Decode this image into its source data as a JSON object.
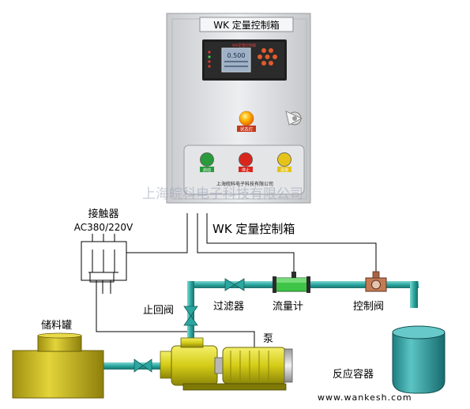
{
  "panel": {
    "title": "WK 定量控制箱",
    "controller_header": "WK定量控制箱",
    "display_value": "0.500",
    "indicator_label": "状态灯",
    "buttons": [
      {
        "label": "启动",
        "color": "#2a9a3c"
      },
      {
        "label": "停止",
        "color": "#d8261c"
      },
      {
        "label": "清零",
        "color": "#e5c318"
      }
    ],
    "manufacturer": "上海皖科电子科技有限公司"
  },
  "watermark": "上海皖科电子科技有限公司",
  "labels": {
    "contactor": "接触器",
    "voltage": "AC380/220V",
    "control_box": "WK 定量控制箱",
    "check_valve": "止回阀",
    "filter": "过滤器",
    "flow_meter": "流量计",
    "control_valve": "控制阀",
    "storage_tank": "储料罐",
    "pump": "泵",
    "reactor": "反应容器"
  },
  "website": "www.wankesh.com",
  "colors": {
    "panel": "#e2e4e6",
    "pipe": "#2aa7a0",
    "pump": "#dcd61a",
    "tank": "#c8b81a",
    "reactor": "#2a9da0"
  }
}
